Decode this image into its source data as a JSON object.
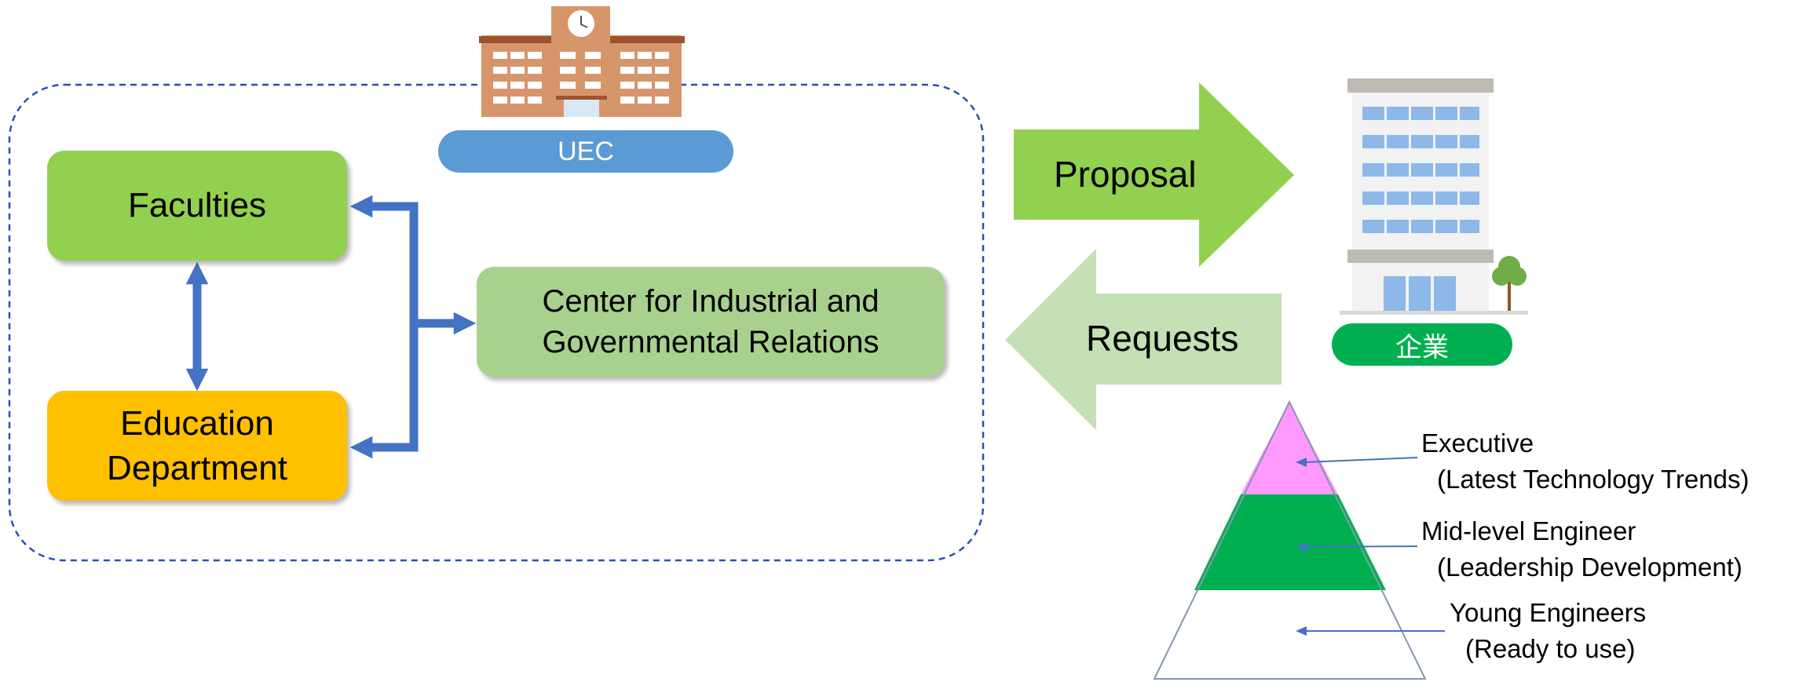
{
  "uec": {
    "pill_label": "UEC",
    "faculties_label": "Faculties",
    "education_label": "Education Department",
    "center_line1": "Center for Industrial and",
    "center_line2": "Governmental Relations"
  },
  "flows": {
    "proposal_label": "Proposal",
    "requests_label": "Requests"
  },
  "company": {
    "label": "企業"
  },
  "pyramid": {
    "tiers": [
      {
        "title": "Executive",
        "subtitle": "(Latest Technology Trends)",
        "color": "#ff99ff"
      },
      {
        "title": "Mid-level Engineer",
        "subtitle": "(Leadership Development)",
        "color": "#00b050"
      },
      {
        "title": "Young Engineers",
        "subtitle": "(Ready to use)",
        "color": "#ffffff"
      }
    ]
  },
  "colors": {
    "faculties": "#92d050",
    "education": "#ffc000",
    "center": "#a9d18e",
    "connector": "#4472c4",
    "proposal_arrow": "#92d050",
    "requests_arrow": "#c5e0b4",
    "uec_pill": "#5b9bd5",
    "company_pill": "#00b050"
  }
}
